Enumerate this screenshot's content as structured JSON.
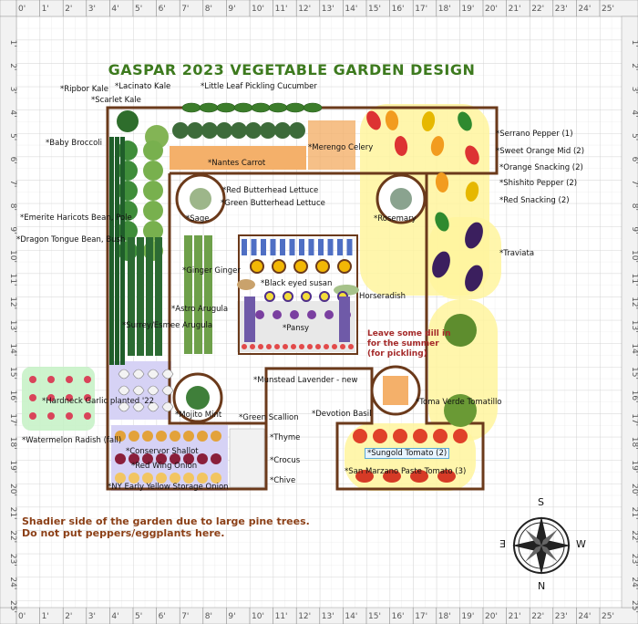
{
  "title": "GASPAR 2023 VEGETABLE GARDEN DESIGN",
  "ruler": {
    "top": [
      "0'",
      "1'",
      "2'",
      "3'",
      "4'",
      "5'",
      "6'",
      "7'",
      "8'",
      "9'",
      "10'",
      "11'",
      "12'",
      "13'",
      "14'",
      "15'",
      "16'",
      "17'",
      "18'",
      "19'",
      "20'",
      "21'",
      "22'",
      "23'",
      "24'",
      "25'"
    ],
    "left": [
      "1'",
      "2'",
      "3'",
      "4'",
      "5'",
      "6'",
      "7'",
      "8'",
      "9'",
      "10'",
      "11'",
      "12'",
      "13'",
      "14'",
      "15'",
      "16'",
      "17'",
      "18'",
      "19'",
      "20'",
      "21'",
      "22'",
      "23'",
      "24'",
      "25'"
    ]
  },
  "labels": {
    "ripbor_kale": "*Ripbor Kale",
    "lacinato_kale": "*Lacinato Kale",
    "scarlet_kale": "*Scarlet Kale",
    "little_leaf_cucumber": "*Little Leaf Pickling Cucumber",
    "baby_broccoli": "*Baby Broccoli",
    "merengo_celery": "*Merengo Celery",
    "nantes_carrot": "*Nantes Carrot",
    "red_butterhead": "*Red Butterhead Lettuce",
    "green_butterhead": "*Green Butterhead Lettuce",
    "sage": "*Sage",
    "rosemary": "*Rosemary",
    "emerite_bean": "*Emerite Haricots Bean, Pole",
    "dragon_tongue_bean": "*Dragon Tongue Bean, Bush",
    "ginger": "*Ginger Ginger",
    "black_eyed_susan": "*Black eyed susan",
    "horseradish": "Horseradish",
    "astro_arugula": "*Astro Arugula",
    "surrey_arugula": "*Surrey/Esmee Arugula",
    "pansy": "*Pansy",
    "munstead_lavender": "*Munstead Lavender - new",
    "hardneck_garlic": "*Hardneck Garlic planted '22",
    "mojito_mint": "*Mojito Mint",
    "green_scallion": "*Green Scallion",
    "devotion_basil": "*Devotion Basil",
    "toma_verde": "*Toma Verde Tomatillo",
    "watermelon_radish": "*Watermelon Radish (fall)",
    "thyme": "*Thyme",
    "conservor_shallot": "*Conservor Shallot",
    "crocus": "*Crocus",
    "red_wing_onion": "*Red Wing Onion",
    "chive": "*Chive",
    "ny_onion": "*NY Early Yellow Storage Onion",
    "sungold": "*Sungold Tomato (2)",
    "san_marzano": "*San Marzano Paste Tomato (3)",
    "serrano": "*Serrano Pepper (1)",
    "sweet_orange": "*Sweet Orange Mid (2)",
    "orange_snacking": "*Orange Snacking (2)",
    "shishito": "*Shishito Pepper (2)",
    "red_snacking": "*Red Snacking (2)",
    "traviata": "*Traviata"
  },
  "notes": {
    "dill": "Leave some dill in for the summer (for pickling)",
    "shade_line1": "Shadier side of the garden due to large pine trees.",
    "shade_line2": "Do not put peppers/eggplants here."
  },
  "compass": {
    "n": "N",
    "s": "S",
    "e": "E",
    "w": "W"
  },
  "colors": {
    "title": "#3d7a1e",
    "bed_border": "#6b3a1b",
    "highlight_yellow": "#fff59d",
    "highlight_green": "#c8f2c8",
    "highlight_lilac": "#d6d2f5",
    "dill_note": "#a52a2a",
    "shade_note": "#8b3f16"
  }
}
